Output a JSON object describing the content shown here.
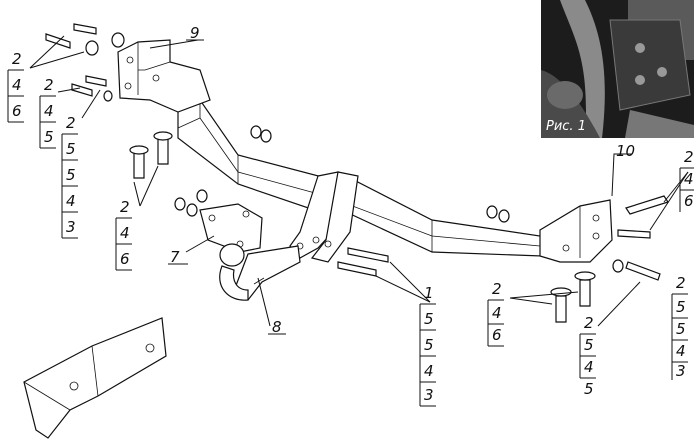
{
  "photo": {
    "caption": "Рис. 1"
  },
  "callouts": {
    "tl_a": [
      "2",
      "4",
      "6"
    ],
    "tl_b": [
      "2",
      "4",
      "5"
    ],
    "tl_c": [
      "2",
      "5",
      "5",
      "4",
      "3"
    ],
    "ml": [
      "2",
      "4",
      "6"
    ],
    "center": [
      "1",
      "5",
      "5",
      "4",
      "3"
    ],
    "rb_a": [
      "2",
      "4",
      "6"
    ],
    "rb_b": [
      "2",
      "5",
      "4",
      "5"
    ],
    "rt": [
      "2",
      "4",
      "6"
    ],
    "rr": [
      "2",
      "5",
      "5",
      "4",
      "3"
    ]
  },
  "parts": {
    "p9": "9",
    "p10": "10",
    "p7": "7",
    "p8": "8"
  }
}
